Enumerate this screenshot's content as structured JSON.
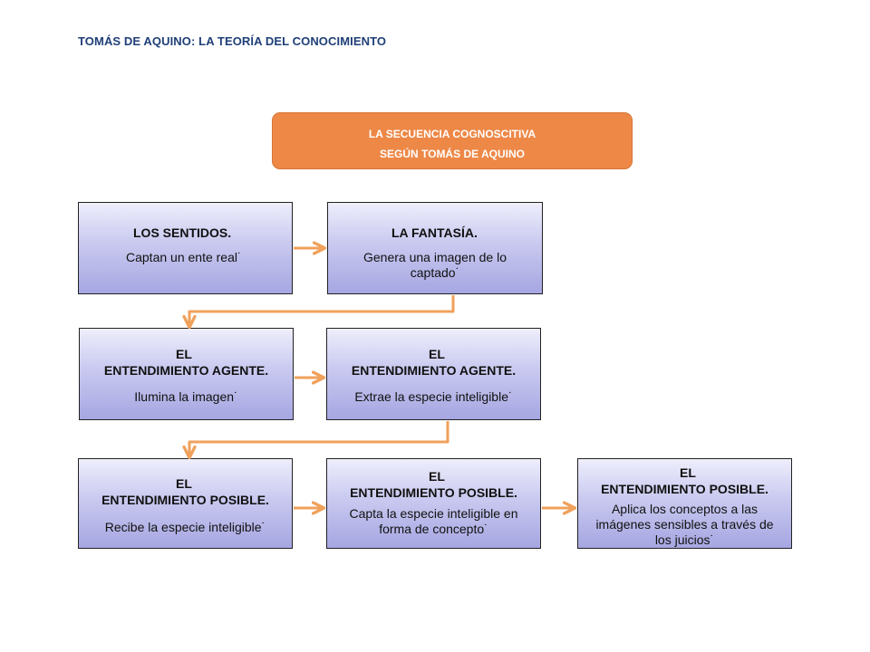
{
  "page_title": "TOMÁS DE AQUINO: LA TEORÍA DEL CONOCIMIENTO",
  "header": {
    "line1": "LA SECUENCIA COGNOSCITIVA",
    "line2": "SEGÚN TOMÁS DE AQUINO"
  },
  "colors": {
    "title_blue": "#1f3f78",
    "header_orange": "#ed8847",
    "arrow_orange": "#f0a15b",
    "box_gradient_top": "#eeeefc",
    "box_gradient_bottom": "#a6a6e2"
  },
  "boxes": [
    {
      "title1": "LOS SENTIDOS.",
      "title2": "",
      "desc": "Captan un ente real˙"
    },
    {
      "title1": "LA FANTASÍA.",
      "title2": "",
      "desc": "Genera una imagen de lo captado˙"
    },
    {
      "title1": "EL",
      "title2": "ENTENDIMIENTO AGENTE.",
      "desc": "Ilumina la imagen˙"
    },
    {
      "title1": "EL",
      "title2": "ENTENDIMIENTO AGENTE.",
      "desc": "Extrae la especie inteligible˙"
    },
    {
      "title1": "EL",
      "title2": "ENTENDIMIENTO POSIBLE.",
      "desc": "Recibe la especie inteligible˙"
    },
    {
      "title1": "EL",
      "title2": "ENTENDIMIENTO POSIBLE.",
      "desc": "Capta la especie inteligible en forma de concepto˙"
    },
    {
      "title1": "EL",
      "title2": "ENTENDIMIENTO POSIBLE.",
      "desc": "Aplica los conceptos a las imágenes sensibles a través de los juicios˙"
    }
  ]
}
